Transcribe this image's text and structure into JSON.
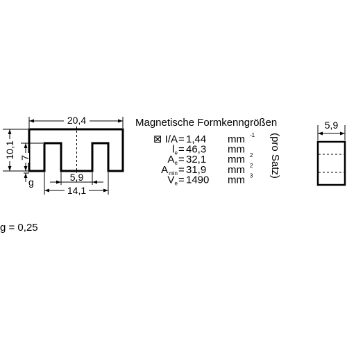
{
  "drawing": {
    "core_dims": {
      "width": "20,4",
      "height": "10,1",
      "inner_height": "7",
      "gap_symbol": "g",
      "center_leg": "5,9",
      "outer_window": "14,1"
    },
    "side_view": {
      "width": "5,9"
    },
    "gap_note": "g = 0,25"
  },
  "properties": {
    "title": "Magnetische Formkenngrößen",
    "rotated_note": "(pro Satz)",
    "rows": [
      {
        "prefix": "⊠",
        "symbol": "I/A",
        "sub": "",
        "eq": "=",
        "value": "1,44",
        "unit": "mm",
        "unit_sup": "-1"
      },
      {
        "prefix": "",
        "symbol": "l",
        "sub": "e",
        "eq": "=",
        "value": "46,3",
        "unit": "mm",
        "unit_sup": ""
      },
      {
        "prefix": "",
        "symbol": "A",
        "sub": "e",
        "eq": "=",
        "value": "32,1",
        "unit": "mm",
        "unit_sup": "2"
      },
      {
        "prefix": "",
        "symbol": "A",
        "sub": "min",
        "eq": "=",
        "value": "31,9",
        "unit": "mm",
        "unit_sup": "2"
      },
      {
        "prefix": "",
        "symbol": "V",
        "sub": "e",
        "eq": "=",
        "value": "1490",
        "unit": "mm",
        "unit_sup": "3"
      }
    ]
  }
}
